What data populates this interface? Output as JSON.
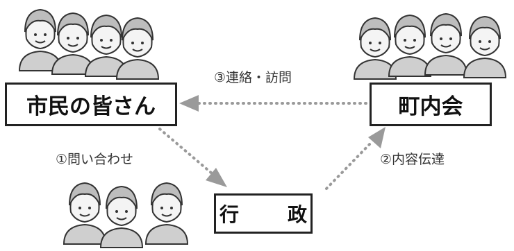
{
  "nodes": {
    "citizens": "市民の皆さん",
    "neighborhood_association": "町内会",
    "government": "行　政"
  },
  "edges": {
    "contact_visit": "③連絡・訪問",
    "inquiry": "①問い合わせ",
    "information_relay": "②内容伝達"
  },
  "colors": {
    "border": "#222222",
    "arrow": "#9a9a9a",
    "text": "#111111"
  }
}
